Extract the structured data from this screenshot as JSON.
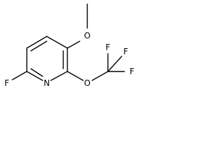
{
  "molecule": {
    "atoms": {
      "ring_nitrogen": "N",
      "ring_fluorine": "F",
      "methoxy_oxygen": "O",
      "trifluoromethoxy_oxygen": "O",
      "cf3_fluorine_top_left": "F",
      "cf3_fluorine_top_right": "F",
      "cf3_fluorine_right": "F"
    }
  }
}
